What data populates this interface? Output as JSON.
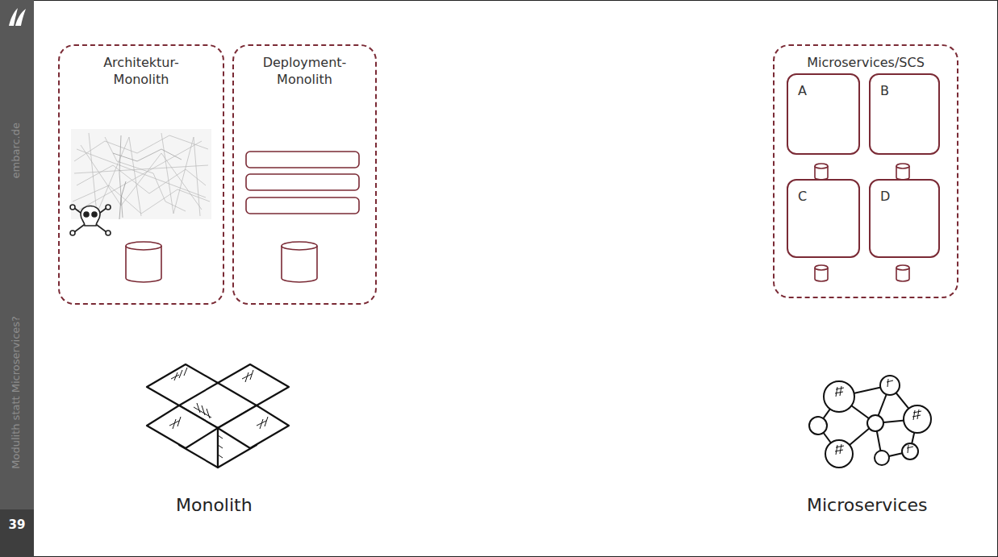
{
  "diagram": {
    "nodes": [
      {
        "text": [
          "Architektur- Monolith"
        ]
      },
      {
        "text": [
          "Deployment- Monolith"
        ]
      },
      {
        "text": [
          "Microservices/SCS"
        ]
      },
      {
        "text": [
          "A"
        ],
        "in": 2
      },
      {
        "text": [
          "B"
        ],
        "in": 2
      },
      {
        "text": [
          "C"
        ],
        "in": 2
      },
      {
        "text": [
          "D"
        ],
        "in": 2
      }
    ],
    "labels": [
      "embarc.de",
      "Modulith statt Microservices?",
      "39",
      "Monolith",
      "Microservices"
    ]
  }
}
